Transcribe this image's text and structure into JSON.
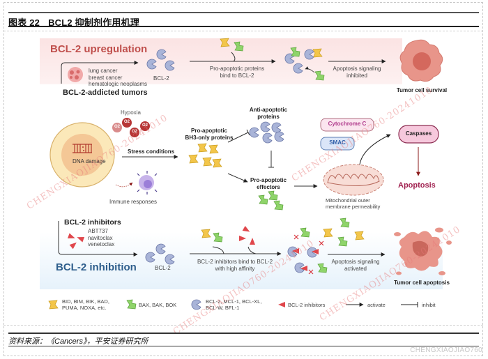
{
  "header": {
    "figure_number": "图表 22",
    "figure_title": "BCL2 抑制剂作用机理"
  },
  "upregulation": {
    "heading": "BCL-2 upregulation",
    "tumor_types": [
      "lung cancer",
      "breast cancer",
      "hematologic neoplasms"
    ],
    "tumors_label": "BCL-2-addicted tumors",
    "bcl2_label": "BCL-2",
    "step1_label_line1": "Pro-apoptotic proteins",
    "step1_label_line2": "bind to BCL-2",
    "step2_label_line1": "Apoptosis signaling",
    "step2_label_line2": "inhibited",
    "outcome": "Tumor cell survival"
  },
  "pathway": {
    "hypoxia": "Hypoxia",
    "o2": "O2",
    "dna_damage": "DNA damage",
    "immune": "Immune responses",
    "stress": "Stress conditions",
    "bh3_line1": "Pro-apoptotic",
    "bh3_line2": "BH3-only proteins",
    "anti_line1": "Anti-apoptotic",
    "anti_line2": "proteins",
    "effectors_line1": "Pro-apoptotic",
    "effectors_line2": "effectors",
    "cytochrome": "Cytochrome C",
    "smac": "SMAC",
    "caspases": "Caspases",
    "apoptosis": "Apoptosis",
    "momp_line1": "Mitochondrial outer",
    "momp_line2": "membrane permeability"
  },
  "inhibition": {
    "inhibitors_heading": "BCL-2 inhibitors",
    "drugs": [
      "ABT737",
      "navitoclax",
      "venetoclax"
    ],
    "heading": "BCL-2 inhibition",
    "bcl2_label": "BCL-2",
    "step1_label_line1": "BCL-2 inhibitors bind to BCL-2",
    "step1_label_line2": "with high affinity",
    "step2_label_line1": "Apoptosis signaling",
    "step2_label_line2": "activated",
    "outcome": "Tumor cell apoptosis"
  },
  "legend": {
    "bh3_line1": "BID, BIM, BIK, BAD,",
    "bh3_line2": "PUMA, NOXA, etc.",
    "effectors": "BAX, BAK, BOK",
    "anti_line1": "BCL-2, MCL-1, BCL-XL,",
    "anti_line2": "BCL-W, BFL-1",
    "inhibitors": "BCL-2 inhibitors",
    "activate": "activate",
    "inhibit": "inhibit"
  },
  "colors": {
    "upregulation_red": "#c0504d",
    "inhibition_blue": "#2e5e8c",
    "bcl2_protein": "#a9b4d8",
    "bh3_protein": "#f3c64a",
    "effector_protein": "#8fd46a",
    "inhibitor_red": "#e0474c",
    "apoptosis_magenta": "#a0204f",
    "tumor_cell": "#e8958a"
  },
  "footer": {
    "source": "资料来源：《Cancers》，平安证券研究所",
    "watermark": "CHENGXIAOJIAO760",
    "diagonal_watermark": "CHENGXIAOJIAO760-20241010"
  }
}
